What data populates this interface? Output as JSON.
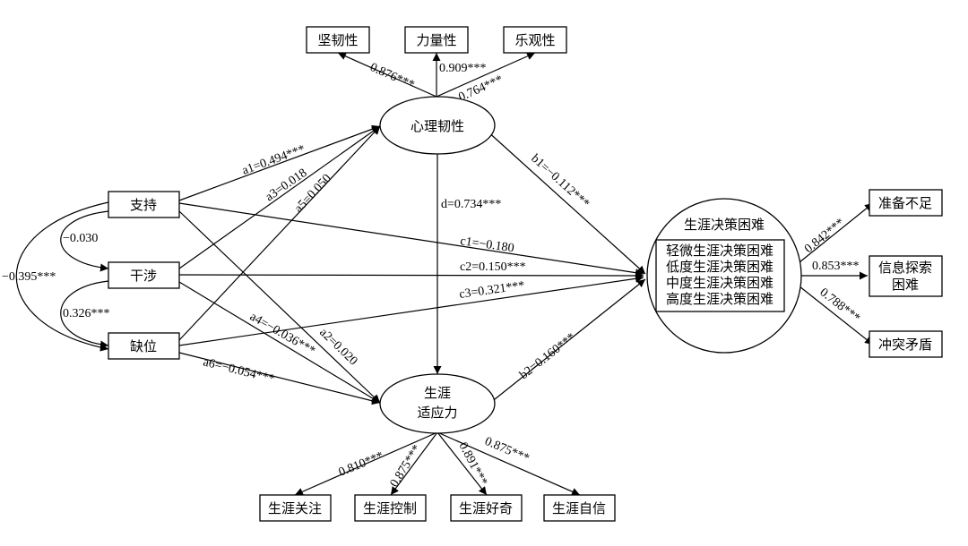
{
  "nodes": {
    "support": "支持",
    "interference": "干涉",
    "absence": "缺位",
    "resilience": "心理韧性",
    "adaptability": [
      "生涯",
      "适应力"
    ],
    "difficulty": "生涯决策困难",
    "difficulty_levels": [
      "轻微生涯决策困难",
      "低度生涯决策困难",
      "中度生涯决策困难",
      "高度生涯决策困难"
    ],
    "tenacity": "坚韧性",
    "strength": "力量性",
    "optimism": "乐观性",
    "concern": "生涯关注",
    "control": "生涯控制",
    "curiosity": "生涯好奇",
    "confidence": "生涯自信",
    "lack_readiness": "准备不足",
    "info_difficulty": [
      "信息探索",
      "困难"
    ],
    "conflict": "冲突矛盾"
  },
  "coefficients": {
    "tenacity": "0.876***",
    "strength": "0.909***",
    "optimism": "0.764***",
    "a1": "a1=0.494***",
    "a3": "a3=0.018",
    "a5": "a5=0.050",
    "d": "d=0.734***",
    "b1": "b1=−0.112***",
    "b2": "b2=0.160***",
    "c1": "c1=−0.180",
    "c2": "c2=0.150***",
    "c3": "c3=0.321***",
    "a4": "a4=−0.036***",
    "a2": "a2=0.020",
    "a6": "a6=−0.054***",
    "cov_support_interference": "−0.030",
    "cov_support_absence": "−0.395***",
    "cov_interference_absence": "0.326***",
    "concern": "0.810***",
    "control": "0.875***",
    "curiosity": "0.891***",
    "confidence": "0.875***",
    "lack_readiness": "0.842***",
    "info_difficulty": "0.853***",
    "conflict": "0.788***"
  }
}
